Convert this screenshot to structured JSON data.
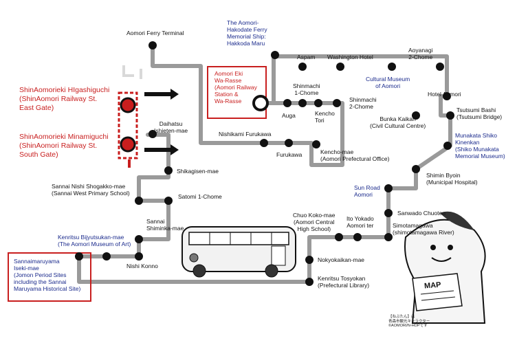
{
  "colors": {
    "route_line": "#9a9a9a",
    "stop": "#111111",
    "highlight": "#c81e1e",
    "blue_text": "#1a2a8c",
    "bus_body": "#f2f2f2"
  },
  "stops": {
    "ferry_terminal": "Aomori Ferry Terminal",
    "hakkoda": "The Aomori-\nHakodate Ferry\nMemorial Ship:\nHakkoda Maru",
    "aspam": "Aspam",
    "washington": "Washington Hotel",
    "aoyanagi": "Aoyanagi\n2-Chome",
    "cultural_museum": "Cultural Museum\nof Aomori",
    "hotel_aomori": "Hotel Aomori",
    "tsutsumi": "Tsutsumi Bashi\n(Tsutsumi Bridge)",
    "bunka": "Bunka Kaikan\n(Civil Cultural Centre)",
    "shinmachi1": "Shinmachi\n1-Chome",
    "shinmachi2": "Shinmachi\n2-Chome",
    "auga": "Auga",
    "kencho_tori": "Kencho\nTori",
    "aomori_eki": "Aomori Eki\nWa-Rasse\n(Aomori Railway\nStation &\nWa-Rasse",
    "nishikami": "Nishikami Furukawa",
    "furukawa": "Furukawa",
    "kencho_mae": "Kencho-mae\n(Aomori Prefectural Office)",
    "munakata": "Munakata Shiko\nKinenkan\n(Shiko Munakata\nMemorial Museum)",
    "shimin_byoin": "Shimin Byoin\n(Municipal Hospital)",
    "sun_road": "Sun Road\nAomori",
    "sanwado": "Sanwado Chuoten",
    "simotama": "Simotamagawa\n(shimotamagawa River)",
    "ito_yokado": "Ito Yokado\nAomori ter",
    "chuo_koko": "Chuo Koko-mae\n(Aomori Central\nHigh School)",
    "nokyo": "Nokyokaikan-mae",
    "tosyokan": "Kenritsu Tosyokan\n(Prefectural Library)",
    "higashi": "ShinAomorieki HIgashiguchi\n(ShinAomori Railway St.\nEast Gate)",
    "minami": "ShinAomorieki Minamiguchi\n(ShinAomori Railway St.\nSouth Gate)",
    "daihatsu": "Daihatsu\nIshieten-mae",
    "shikagisen": "Shikagisen-mae",
    "sannai_nishi": "Sannai Nishi Shogakko-mae\n(Sannai West Primary School)",
    "satomi": "Satomi 1-Chome",
    "sannai_shiminka": "Sannai\nShiminka-mae",
    "bijyutsukan": "Kenritsu Bijyutsukan-mae\n(The Aomori Museum of Art)",
    "nishi_konno": "Nishi Konno",
    "sannaimaruyama": "Sannaimaruyama\nIseki-mae\n(Jomon Period Sites\nincluding the Sannai\nMaruyama Historical Site)"
  },
  "mascot": {
    "sign": "MAP",
    "credit": "【ねぶたん】は\n青森市観光キャラクター\n©AOMORI/N-HOPです"
  }
}
